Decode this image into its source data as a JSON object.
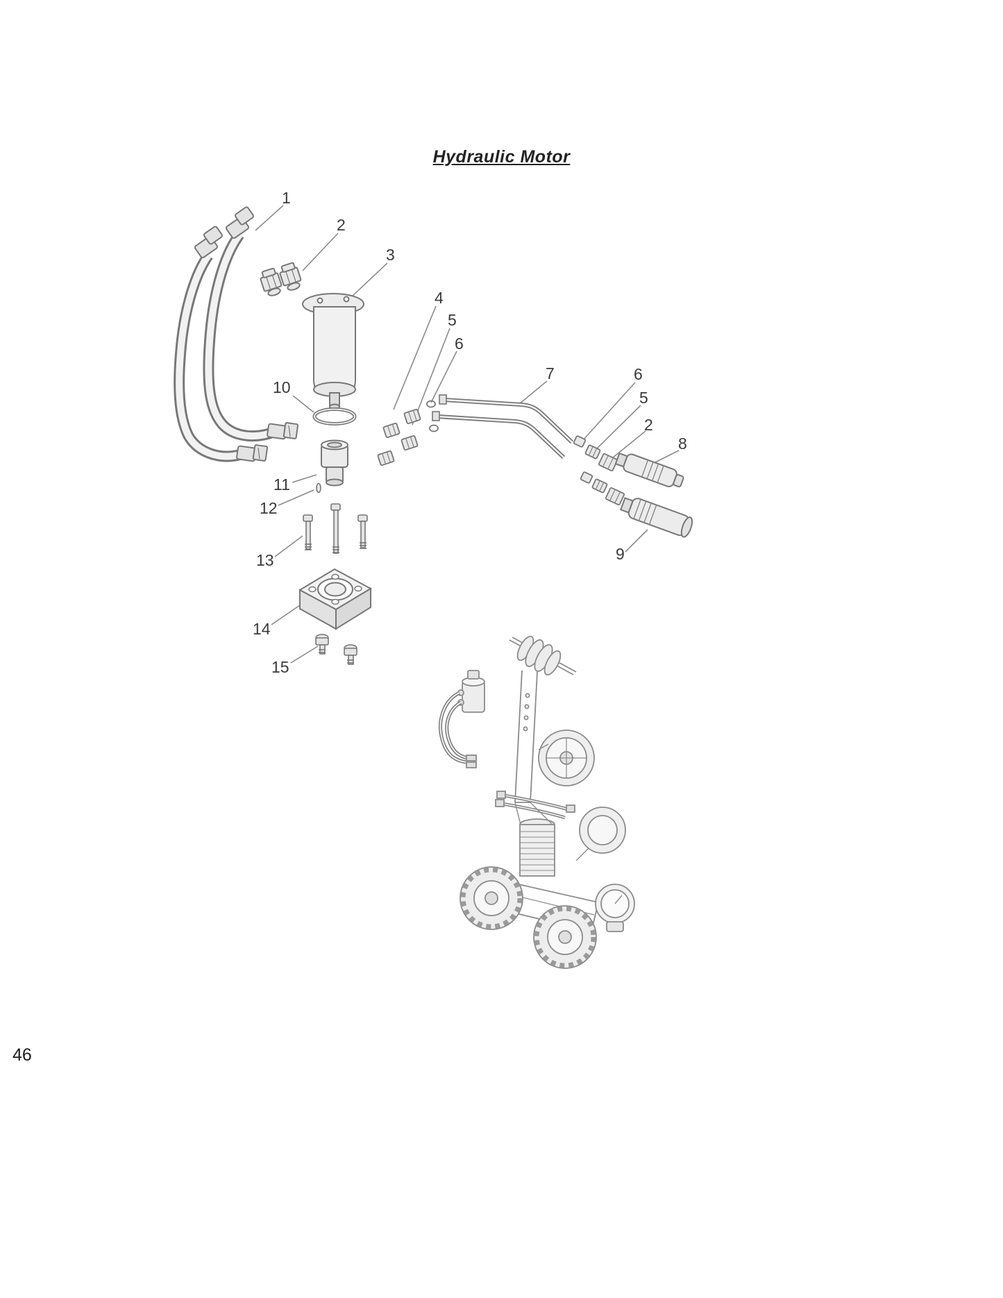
{
  "page": {
    "title": "Hydraulic Motor",
    "page_number": "46"
  },
  "diagram": {
    "description": "Exploded parts diagram of a hydraulic motor with numbered callouts and a cart assembly reference illustration",
    "ink_color": "#7c7c7c",
    "fill_color": "#efefef"
  },
  "callouts": [
    {
      "label": "1"
    },
    {
      "label": "2"
    },
    {
      "label": "3"
    },
    {
      "label": "4"
    },
    {
      "label": "5"
    },
    {
      "label": "6"
    },
    {
      "label": "7"
    },
    {
      "label": "6"
    },
    {
      "label": "5"
    },
    {
      "label": "2"
    },
    {
      "label": "8"
    },
    {
      "label": "9"
    },
    {
      "label": "10"
    },
    {
      "label": "11"
    },
    {
      "label": "12"
    },
    {
      "label": "13"
    },
    {
      "label": "14"
    },
    {
      "label": "15"
    }
  ]
}
